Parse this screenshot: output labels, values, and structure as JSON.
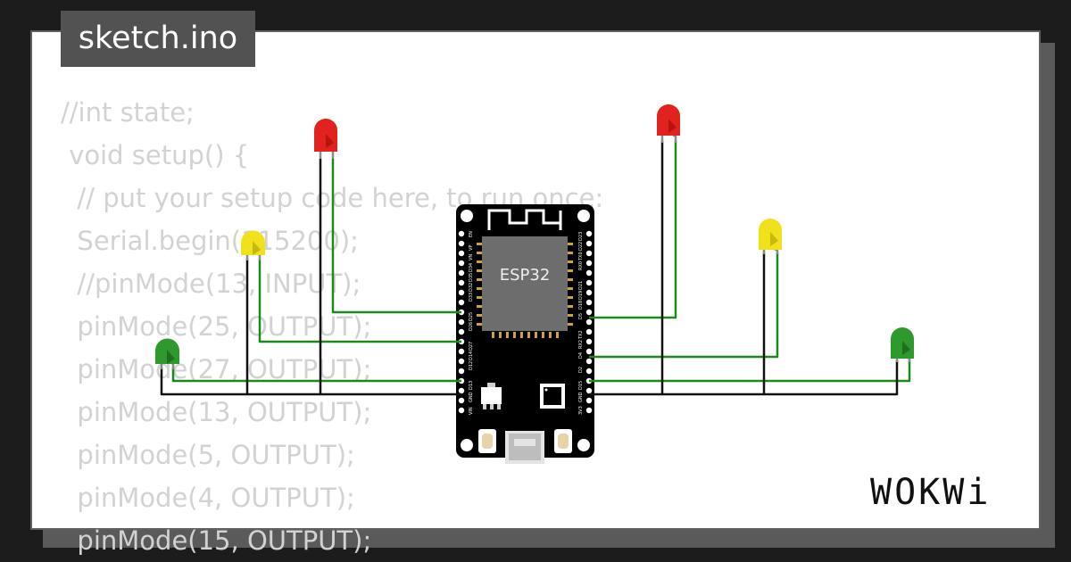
{
  "tab": {
    "label": "sketch.ino"
  },
  "code": {
    "lines": [
      "//int state;",
      " void setup() {",
      "  // put your setup code here, to run once:",
      "  Serial.begin(115200);",
      "  //pinMode(13, INPUT);",
      "  pinMode(25, OUTPUT);",
      "  pinMode(27, OUTPUT);",
      "  pinMode(13, OUTPUT);",
      "  pinMode(5, OUTPUT);",
      "  pinMode(4, OUTPUT);",
      "  pinMode(15, OUTPUT);"
    ]
  },
  "board": {
    "chip_label": "ESP32",
    "left_pins": [
      "EN",
      "VP",
      "VN",
      "D34",
      "D35",
      "D32",
      "D33",
      "D25",
      "D26",
      "D27",
      "D14",
      "D12",
      "D13",
      "GND",
      "VIN"
    ],
    "right_pins": [
      "D23",
      "D22",
      "TX0",
      "RX0",
      "D21",
      "D19",
      "D18",
      "D5",
      "TX2",
      "RX2",
      "D4",
      "D2",
      "D15",
      "GND",
      "3V3"
    ]
  },
  "leds": [
    {
      "id": "red-left",
      "color": "#e2221f"
    },
    {
      "id": "yellow-left",
      "color": "#f0e11a"
    },
    {
      "id": "green-left",
      "color": "#2e9a2e"
    },
    {
      "id": "red-right",
      "color": "#e2221f"
    },
    {
      "id": "yellow-right",
      "color": "#f0e11a"
    },
    {
      "id": "green-right",
      "color": "#2e9a2e"
    }
  ],
  "colors": {
    "wire_signal": "#1a8a1a",
    "wire_ground": "#111111"
  },
  "brand": {
    "logo_text": "WOKWi"
  }
}
